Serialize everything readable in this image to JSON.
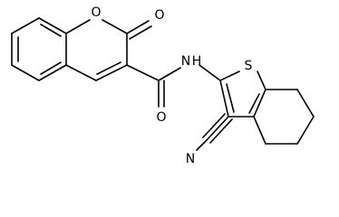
{
  "molecule": {
    "atoms": {
      "ring_oxygen": "O",
      "carbonyl_oxygen_1": "O",
      "amide_nitrogen": "N",
      "amide_hydrogen": "H",
      "amide_oxygen": "O",
      "thiophene_sulfur": "S",
      "nitrile_nitrogen": "N"
    },
    "colors": {
      "bond": "#000000",
      "label": "#000000",
      "background": "#ffffff"
    }
  }
}
